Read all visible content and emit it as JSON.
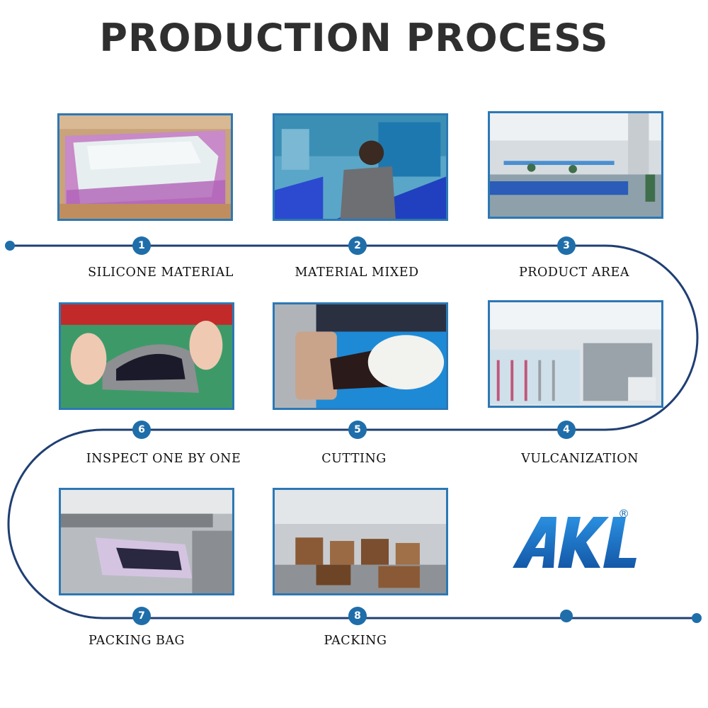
{
  "title": "PRODUCTION PROCESS",
  "steps": [
    {
      "num": "1",
      "label": "SILICONE MATERIAL"
    },
    {
      "num": "2",
      "label": "MATERIAL MIXED"
    },
    {
      "num": "3",
      "label": "PRODUCT AREA"
    },
    {
      "num": "4",
      "label": "VULCANIZATION"
    },
    {
      "num": "5",
      "label": "CUTTING"
    },
    {
      "num": "6",
      "label": "INSPECT ONE BY ONE"
    },
    {
      "num": "7",
      "label": "PACKING BAG"
    },
    {
      "num": "8",
      "label": "PACKING"
    }
  ],
  "logo": {
    "text": "AKL",
    "registered": "®"
  },
  "colors": {
    "line": "#1f3f73",
    "node": "#1f6eaa",
    "frame": "#2d78b4"
  }
}
